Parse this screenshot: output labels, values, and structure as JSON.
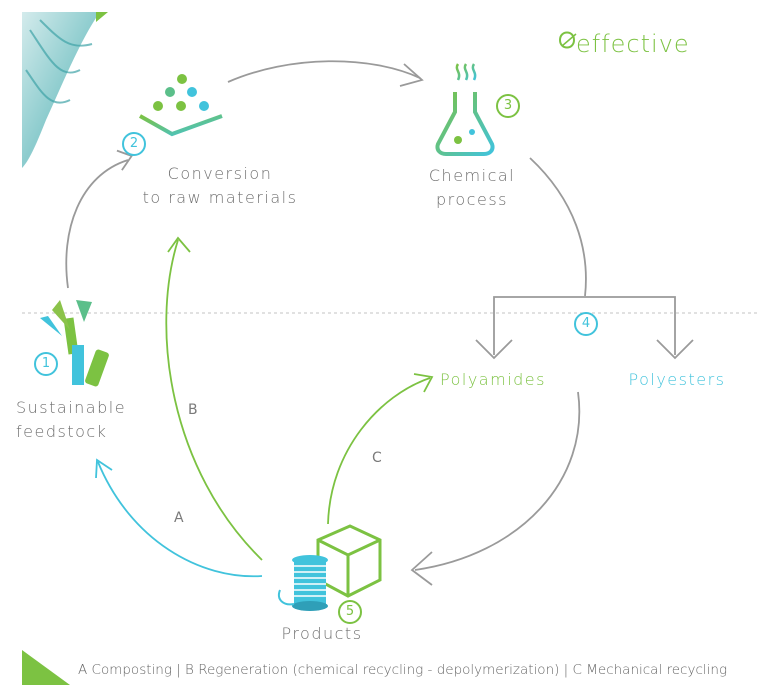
{
  "logo": {
    "text": "effective"
  },
  "steps": [
    {
      "number": "1",
      "label_line1": "Sustainable",
      "label_line2": "feedstock"
    },
    {
      "number": "2",
      "label_line1": "Conversion",
      "label_line2": "to raw materials"
    },
    {
      "number": "3",
      "label_line1": "Chemical",
      "label_line2": "process"
    },
    {
      "number": "4"
    },
    {
      "number": "5",
      "label_line1": "Products"
    }
  ],
  "outputs": {
    "polyamides": "Polyamides",
    "polyesters": "Polyesters"
  },
  "routes": {
    "a": "A",
    "b": "B",
    "c": "C"
  },
  "legend": "A Composting | B Regeneration (chemical recycling - depolymerization) | C Mechanical recycling",
  "colors": {
    "green": "#7cc242",
    "blue": "#41c3dc",
    "gray": "#8a8a8a"
  }
}
